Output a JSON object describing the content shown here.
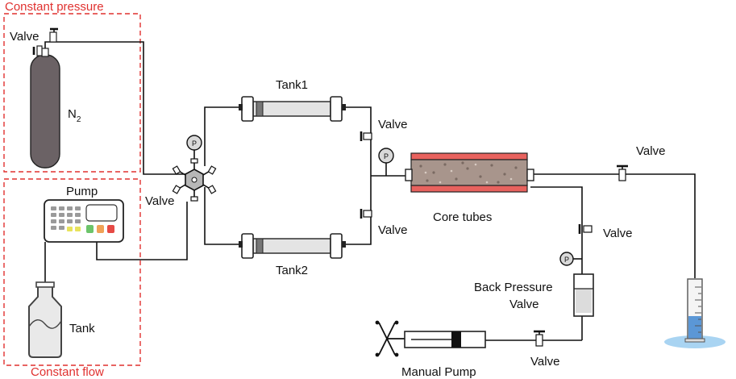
{
  "labels": {
    "constant_pressure": "Constant pressure",
    "constant_flow": "Constant flow",
    "valve": "Valve",
    "n2_base": "N",
    "n2_sub": "2",
    "pump": "Pump",
    "tank": "Tank",
    "tank1": "Tank1",
    "tank2": "Tank2",
    "core_tubes": "Core tubes",
    "back_pressure_line1": "Back Pressure",
    "back_pressure_line2": "Valve",
    "manual_pump": "Manual Pump",
    "gauge_p": "P"
  },
  "colors": {
    "dashed_box": "#e0312f",
    "label_red": "#e0312f",
    "cylinder": "#6b6265",
    "core_heater": "#e8625e",
    "core_fill": "#a8958c",
    "liquid": "#5b97d6",
    "tank_glass": "#e9e9e9"
  }
}
